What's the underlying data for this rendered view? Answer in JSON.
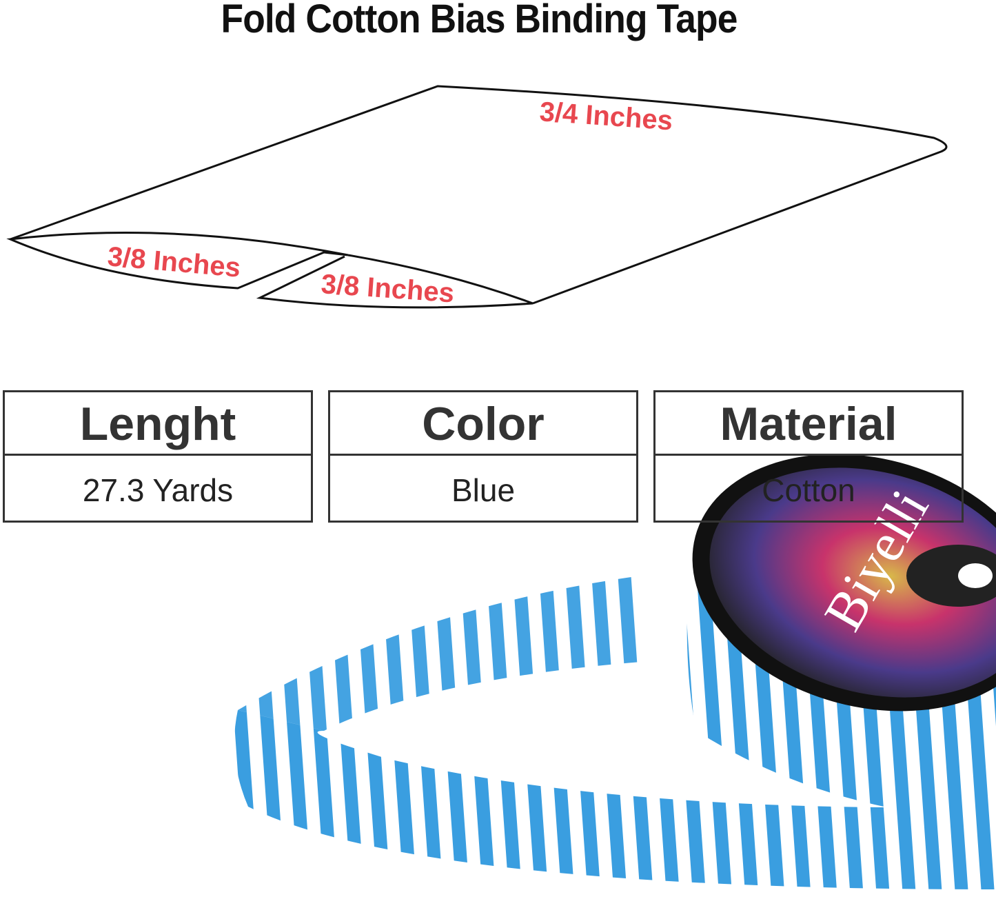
{
  "title": "Fold Cotton Bias Binding Tape",
  "diagram": {
    "top_width": "3/4 Inches",
    "left_fold": "3/8 Inches",
    "right_fold": "3/8 Inches",
    "label_color": "#e8474f"
  },
  "specs": [
    {
      "header": "Lenght",
      "value": "27.3 Yards"
    },
    {
      "header": "Color",
      "value": "Blue"
    },
    {
      "header": "Material",
      "value": "Cotton"
    }
  ],
  "photo": {
    "brand": "Biyelli",
    "stripe_color": "#3a9ee0"
  }
}
